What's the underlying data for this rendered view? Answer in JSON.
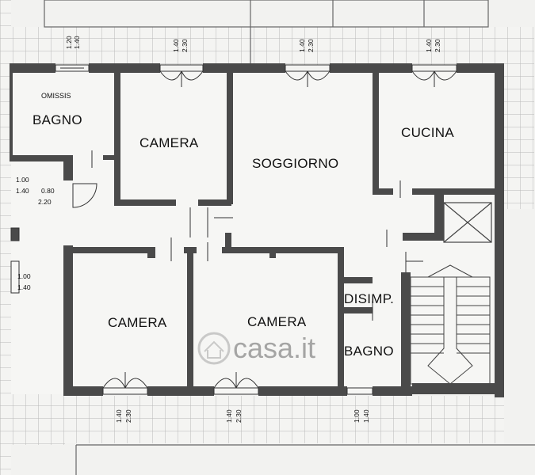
{
  "rooms": {
    "bagno_top": "BAGNO",
    "omissis": "OMISSIS",
    "camera_top": "CAMERA",
    "soggiorno": "SOGGIORNO",
    "cucina": "CUCINA",
    "camera_left": "CAMERA",
    "camera_center": "CAMERA",
    "disimp": "DISIMP.",
    "bagno_bottom": "BAGNO"
  },
  "dimensions": {
    "win_top_1": [
      "1.20",
      "1.40"
    ],
    "win_top_2": [
      "1.40",
      "2.30"
    ],
    "win_top_3": [
      "1.40",
      "2.30"
    ],
    "win_top_4": [
      "1.40",
      "2.30"
    ],
    "win_left_1": [
      "1.00",
      "1.40"
    ],
    "win_left_1_b": "0.80",
    "win_left_1_c": "2.20",
    "win_left_2": [
      "1.00",
      "1.40"
    ],
    "win_bot_1": [
      "1.40",
      "2.30"
    ],
    "win_bot_2": [
      "1.40",
      "2.30"
    ],
    "win_bot_3": [
      "1.00",
      "1.40"
    ]
  },
  "watermark": "casa.it",
  "colors": {
    "wall": "#4a4a4a",
    "grid": "#bdbdbd",
    "paper": "#f2f2f0"
  }
}
